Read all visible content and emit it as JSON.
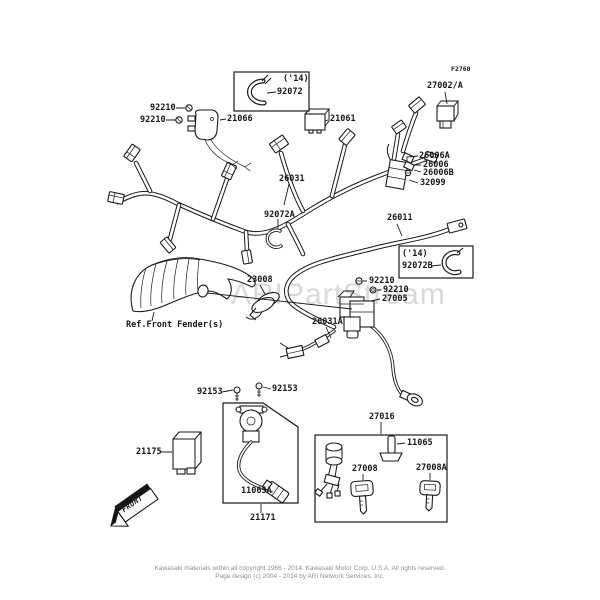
{
  "page": {
    "figure_code": "F2760",
    "watermark": "ARIPartStream",
    "footer_line1": "Kawasaki materials within all copyright 1966 - 2014.  Kawasaki Motor Corp. U.S.A.  All rights reserved.",
    "footer_line2": "Page design (c) 2004 - 2014 by ARI Network Services, Inc."
  },
  "labels": {
    "p27002a": "27002/A",
    "p92210_1": "92210",
    "p92210_2": "92210",
    "p21066": "21066",
    "y14_top": "('14)",
    "p92072": "92072",
    "p21061": "21061",
    "p26031": "26031",
    "p92072a": "92072A",
    "p26006a": "26006A",
    "p26006": "26006",
    "p26006b": "26006B",
    "p32099": "32099",
    "p26011": "26011",
    "y14_mid": "('14)",
    "p92072b": "92072B",
    "p23008": "23008",
    "p92210_3": "92210",
    "p92210_4": "92210",
    "p27005": "27005",
    "p26031a": "26031A",
    "ref_front_fender": "Ref.Front Fender(s)",
    "p92153_1": "92153",
    "p92153_2": "92153",
    "p21175": "21175",
    "p11065a": "11065A",
    "p21171": "21171",
    "p27016": "27016",
    "p11065": "11065",
    "p27008": "27008",
    "p27008a": "27008A",
    "front": "FRONT"
  }
}
